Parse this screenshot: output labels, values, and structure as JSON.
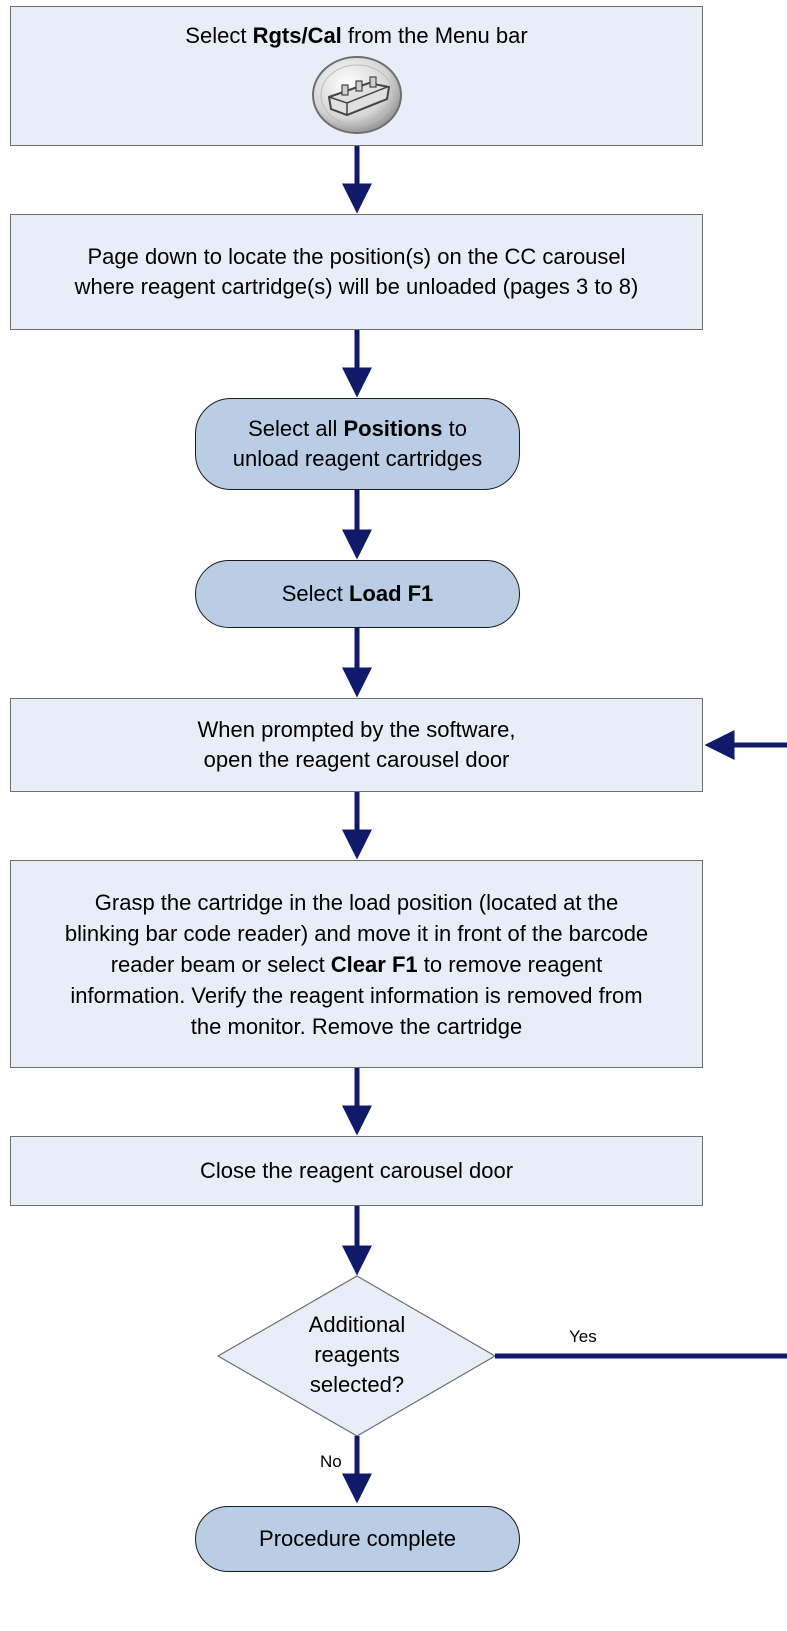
{
  "colors": {
    "box_fill": "#e8eef7",
    "pill_fill": "#b9cde5",
    "arrow": "#0f1a6b"
  },
  "steps": {
    "s1": {
      "pre": "Select ",
      "bold": "Rgts/Cal",
      "post": " from the Menu bar",
      "icon": "reagent-cartridge-icon"
    },
    "s2": {
      "line1": "Page down to locate the position(s) on the CC carousel",
      "line2": "where reagent cartridge(s) will be unloaded (pages 3 to 8)"
    },
    "s3": {
      "pre": "Select all ",
      "bold": "Positions",
      "post": " to",
      "line2": "unload reagent cartridges"
    },
    "s4": {
      "pre": "Select ",
      "bold": "Load F1"
    },
    "s5": {
      "line1": "When prompted by the software,",
      "line2": "open the reagent carousel door"
    },
    "s6": {
      "line1": "Grasp the cartridge in the load position (located at the",
      "line2": "blinking bar code reader) and move it in front of the barcode",
      "line3_pre": "reader beam or select ",
      "line3_bold": "Clear F1",
      "line3_post": " to remove reagent",
      "line4": "information. Verify the reagent information is removed from",
      "line5": "the monitor.  Remove the cartridge"
    },
    "s7": {
      "text": "Close the reagent carousel door"
    },
    "decision": {
      "line1": "Additional",
      "line2": "reagents",
      "line3": "selected?",
      "yes_label": "Yes",
      "no_label": "No"
    },
    "end": {
      "text": "Procedure complete"
    }
  }
}
